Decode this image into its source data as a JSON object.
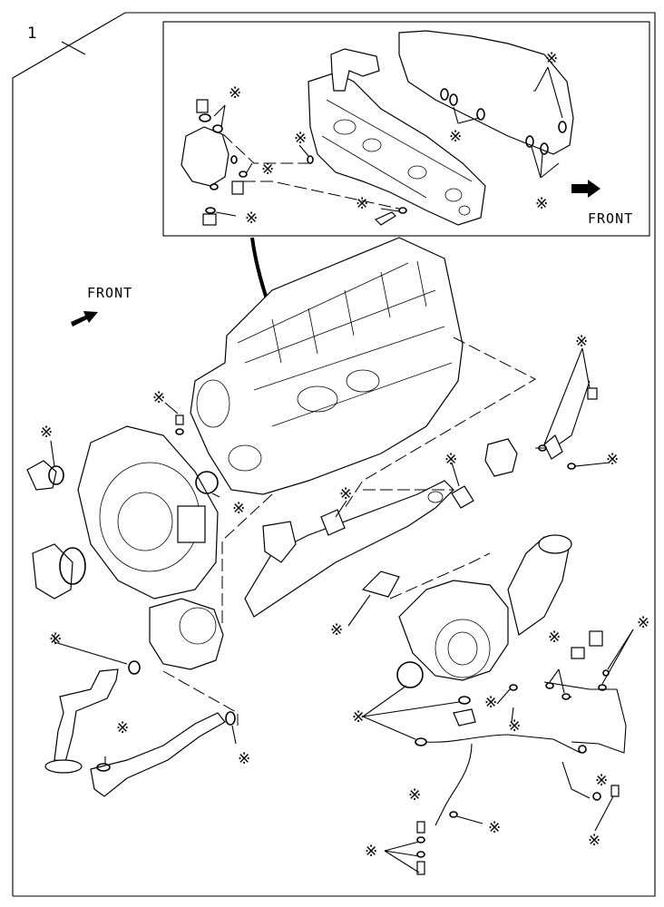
{
  "diagram": {
    "item_number": "1",
    "front_label_inset": "FRONT",
    "front_label_main": "FRONT",
    "marker_glyph": "※"
  }
}
